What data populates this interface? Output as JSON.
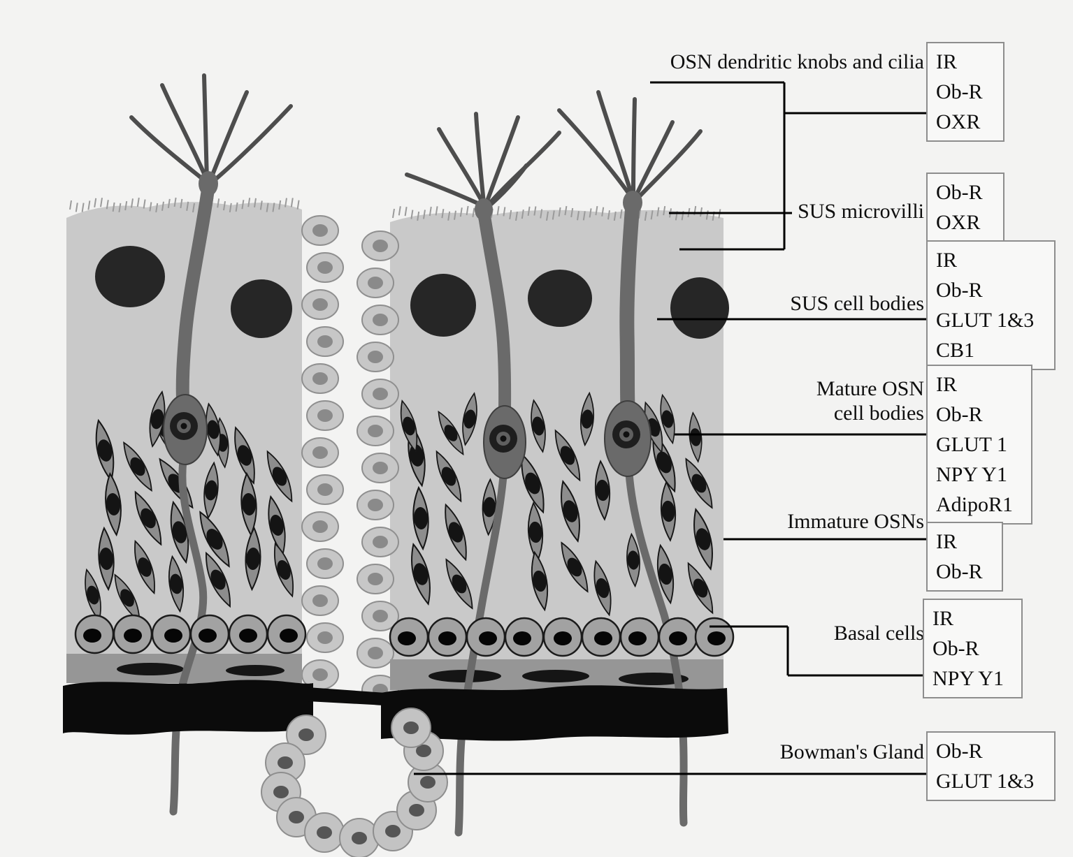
{
  "figure": {
    "palette": {
      "background": "#f3f3f2",
      "epithelium": "#c9c9c9",
      "neuron": "#6a6a6a",
      "immature_cell": "#8d8d8d",
      "box_border": "#8d8d8d",
      "connector_line": "#000000"
    },
    "labels": [
      {
        "id": "osn-dendritic-knobs-cilia",
        "text": "OSN dendritic knobs and cilia",
        "receptors": [
          "IR",
          "Ob-R",
          "OXR"
        ]
      },
      {
        "id": "sus-microvilli",
        "text": "SUS microvilli",
        "receptors": [
          "Ob-R",
          "OXR"
        ]
      },
      {
        "id": "sus-cell-bodies",
        "text": "SUS cell bodies",
        "receptors": [
          "IR",
          "Ob-R",
          "GLUT 1&3",
          "CB1"
        ]
      },
      {
        "id": "mature-osn-cell-bodies",
        "text": "Mature OSN cell bodies",
        "receptors": [
          "IR",
          "Ob-R",
          "GLUT 1",
          "NPY Y1",
          "AdipoR1"
        ]
      },
      {
        "id": "immature-osns",
        "text": "Immature OSNs",
        "receptors": [
          "IR",
          "Ob-R"
        ]
      },
      {
        "id": "basal-cells",
        "text": "Basal cells",
        "receptors": [
          "IR",
          "Ob-R",
          "NPY Y1"
        ]
      },
      {
        "id": "bowmans-gland",
        "text": "Bowman's Gland",
        "receptors": [
          "Ob-R",
          "GLUT 1&3"
        ]
      }
    ]
  }
}
